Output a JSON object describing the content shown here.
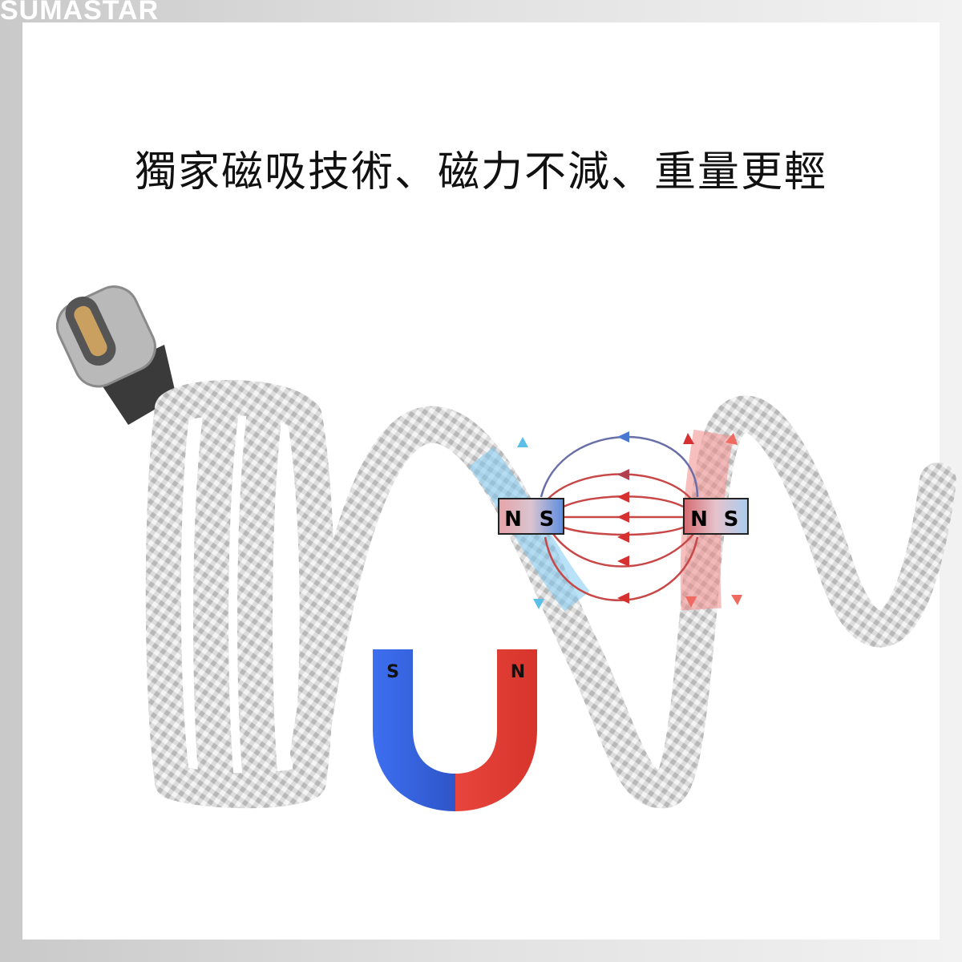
{
  "brand": {
    "logo_text": "SUMASTAR"
  },
  "headline": "獨家磁吸技術、磁力不減、重量更輕",
  "illustration": {
    "bar_magnets": [
      {
        "north_label": "N",
        "south_label": "S"
      },
      {
        "north_label": "N",
        "south_label": "S"
      }
    ],
    "u_magnet": {
      "south_label": "S",
      "north_label": "N"
    },
    "colors": {
      "north": "#e8463c",
      "south": "#2f5fd8",
      "field_line": "#d04040",
      "cable": "#d9d9d9"
    }
  }
}
